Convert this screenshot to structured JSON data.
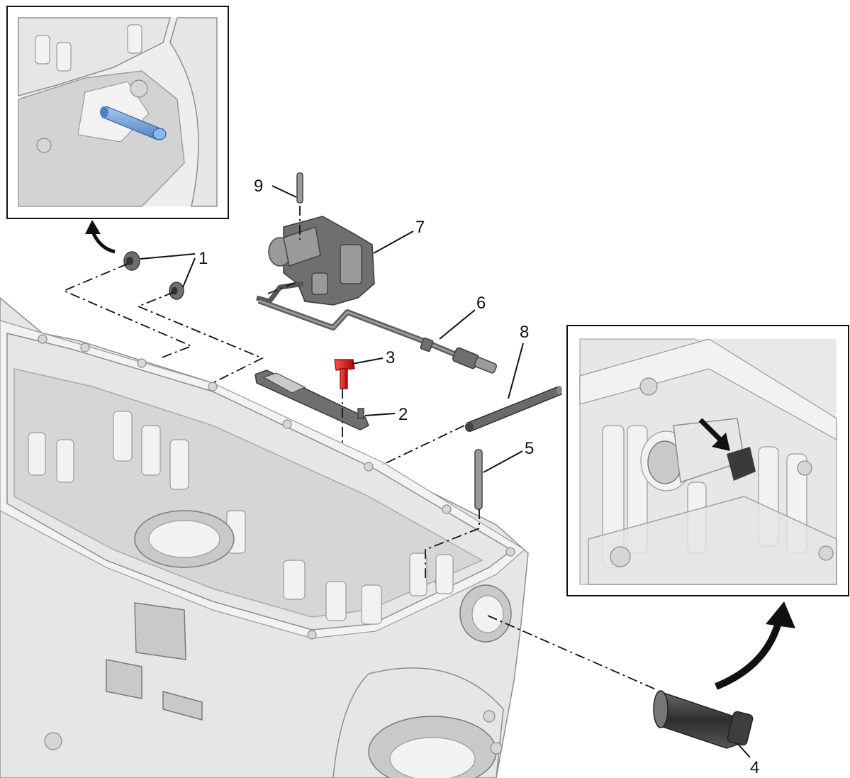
{
  "callouts": [
    {
      "id": "1",
      "label": "1",
      "part": "plug"
    },
    {
      "id": "2",
      "label": "2",
      "part": "bracket"
    },
    {
      "id": "3",
      "label": "3",
      "part": "bolt"
    },
    {
      "id": "4",
      "label": "4",
      "part": "sleeve"
    },
    {
      "id": "5",
      "label": "5",
      "part": "pin"
    },
    {
      "id": "6",
      "label": "6",
      "part": "tube"
    },
    {
      "id": "7",
      "label": "7",
      "part": "valve-body"
    },
    {
      "id": "8",
      "label": "8",
      "part": "shaft"
    },
    {
      "id": "9",
      "label": "9",
      "part": "pin"
    }
  ],
  "colors": {
    "highlight_bolt": "#d8141b",
    "highlight_pin": "#6f9fd8",
    "line": "#111111",
    "casting": "#e6e6e6"
  }
}
